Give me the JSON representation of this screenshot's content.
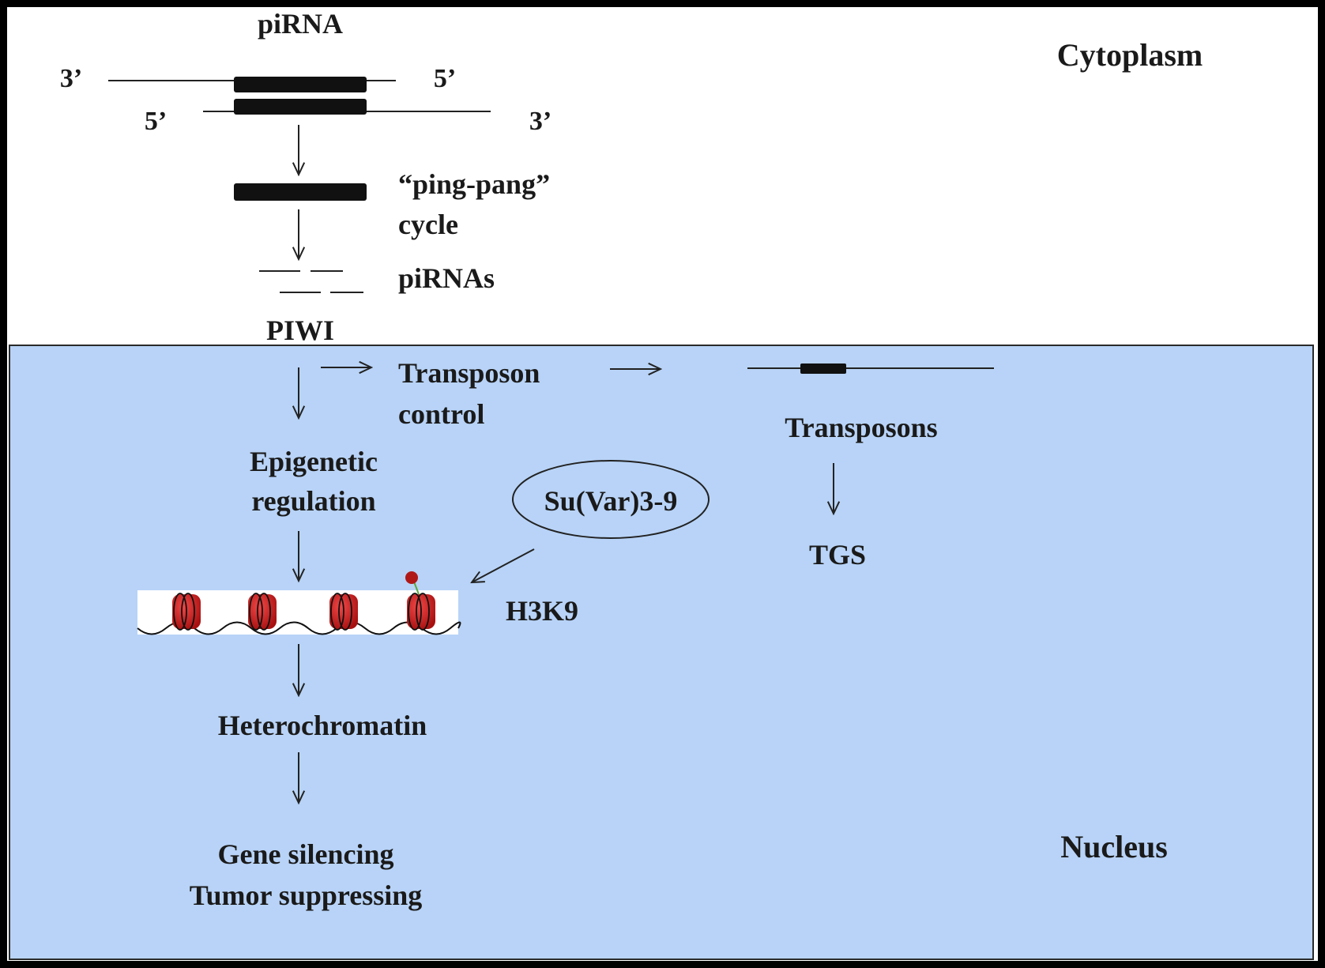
{
  "regions": {
    "cytoplasm": "Cytoplasm",
    "nucleus": "Nucleus"
  },
  "top": {
    "pirna_title": "piRNA",
    "end_3_top": "3’",
    "end_5_top": "5’",
    "end_5_bottom": "5’",
    "end_3_bottom": "3’"
  },
  "cycle": {
    "line1": "“ping-pang”",
    "line2": "cycle"
  },
  "pirnas": "piRNAs",
  "piwi": "PIWI",
  "transposon_control": {
    "line1": "Transposon",
    "line2": "control"
  },
  "transposons": "Transposons",
  "tgs": "TGS",
  "epigenetic": {
    "line1": "Epigenetic",
    "line2": "regulation"
  },
  "suvar": "Su(Var)3-9",
  "h3k9": "H3K9",
  "heterochromatin": "Heterochromatin",
  "outcome": {
    "line1": "Gene silencing",
    "line2": "Tumor suppressing"
  },
  "colors": {
    "background": "#ffffff",
    "nucleus_fill": "#b8d3f7",
    "frame": "#000000",
    "nucleosome": "#d42020",
    "methyl_mark": "#b01818"
  }
}
